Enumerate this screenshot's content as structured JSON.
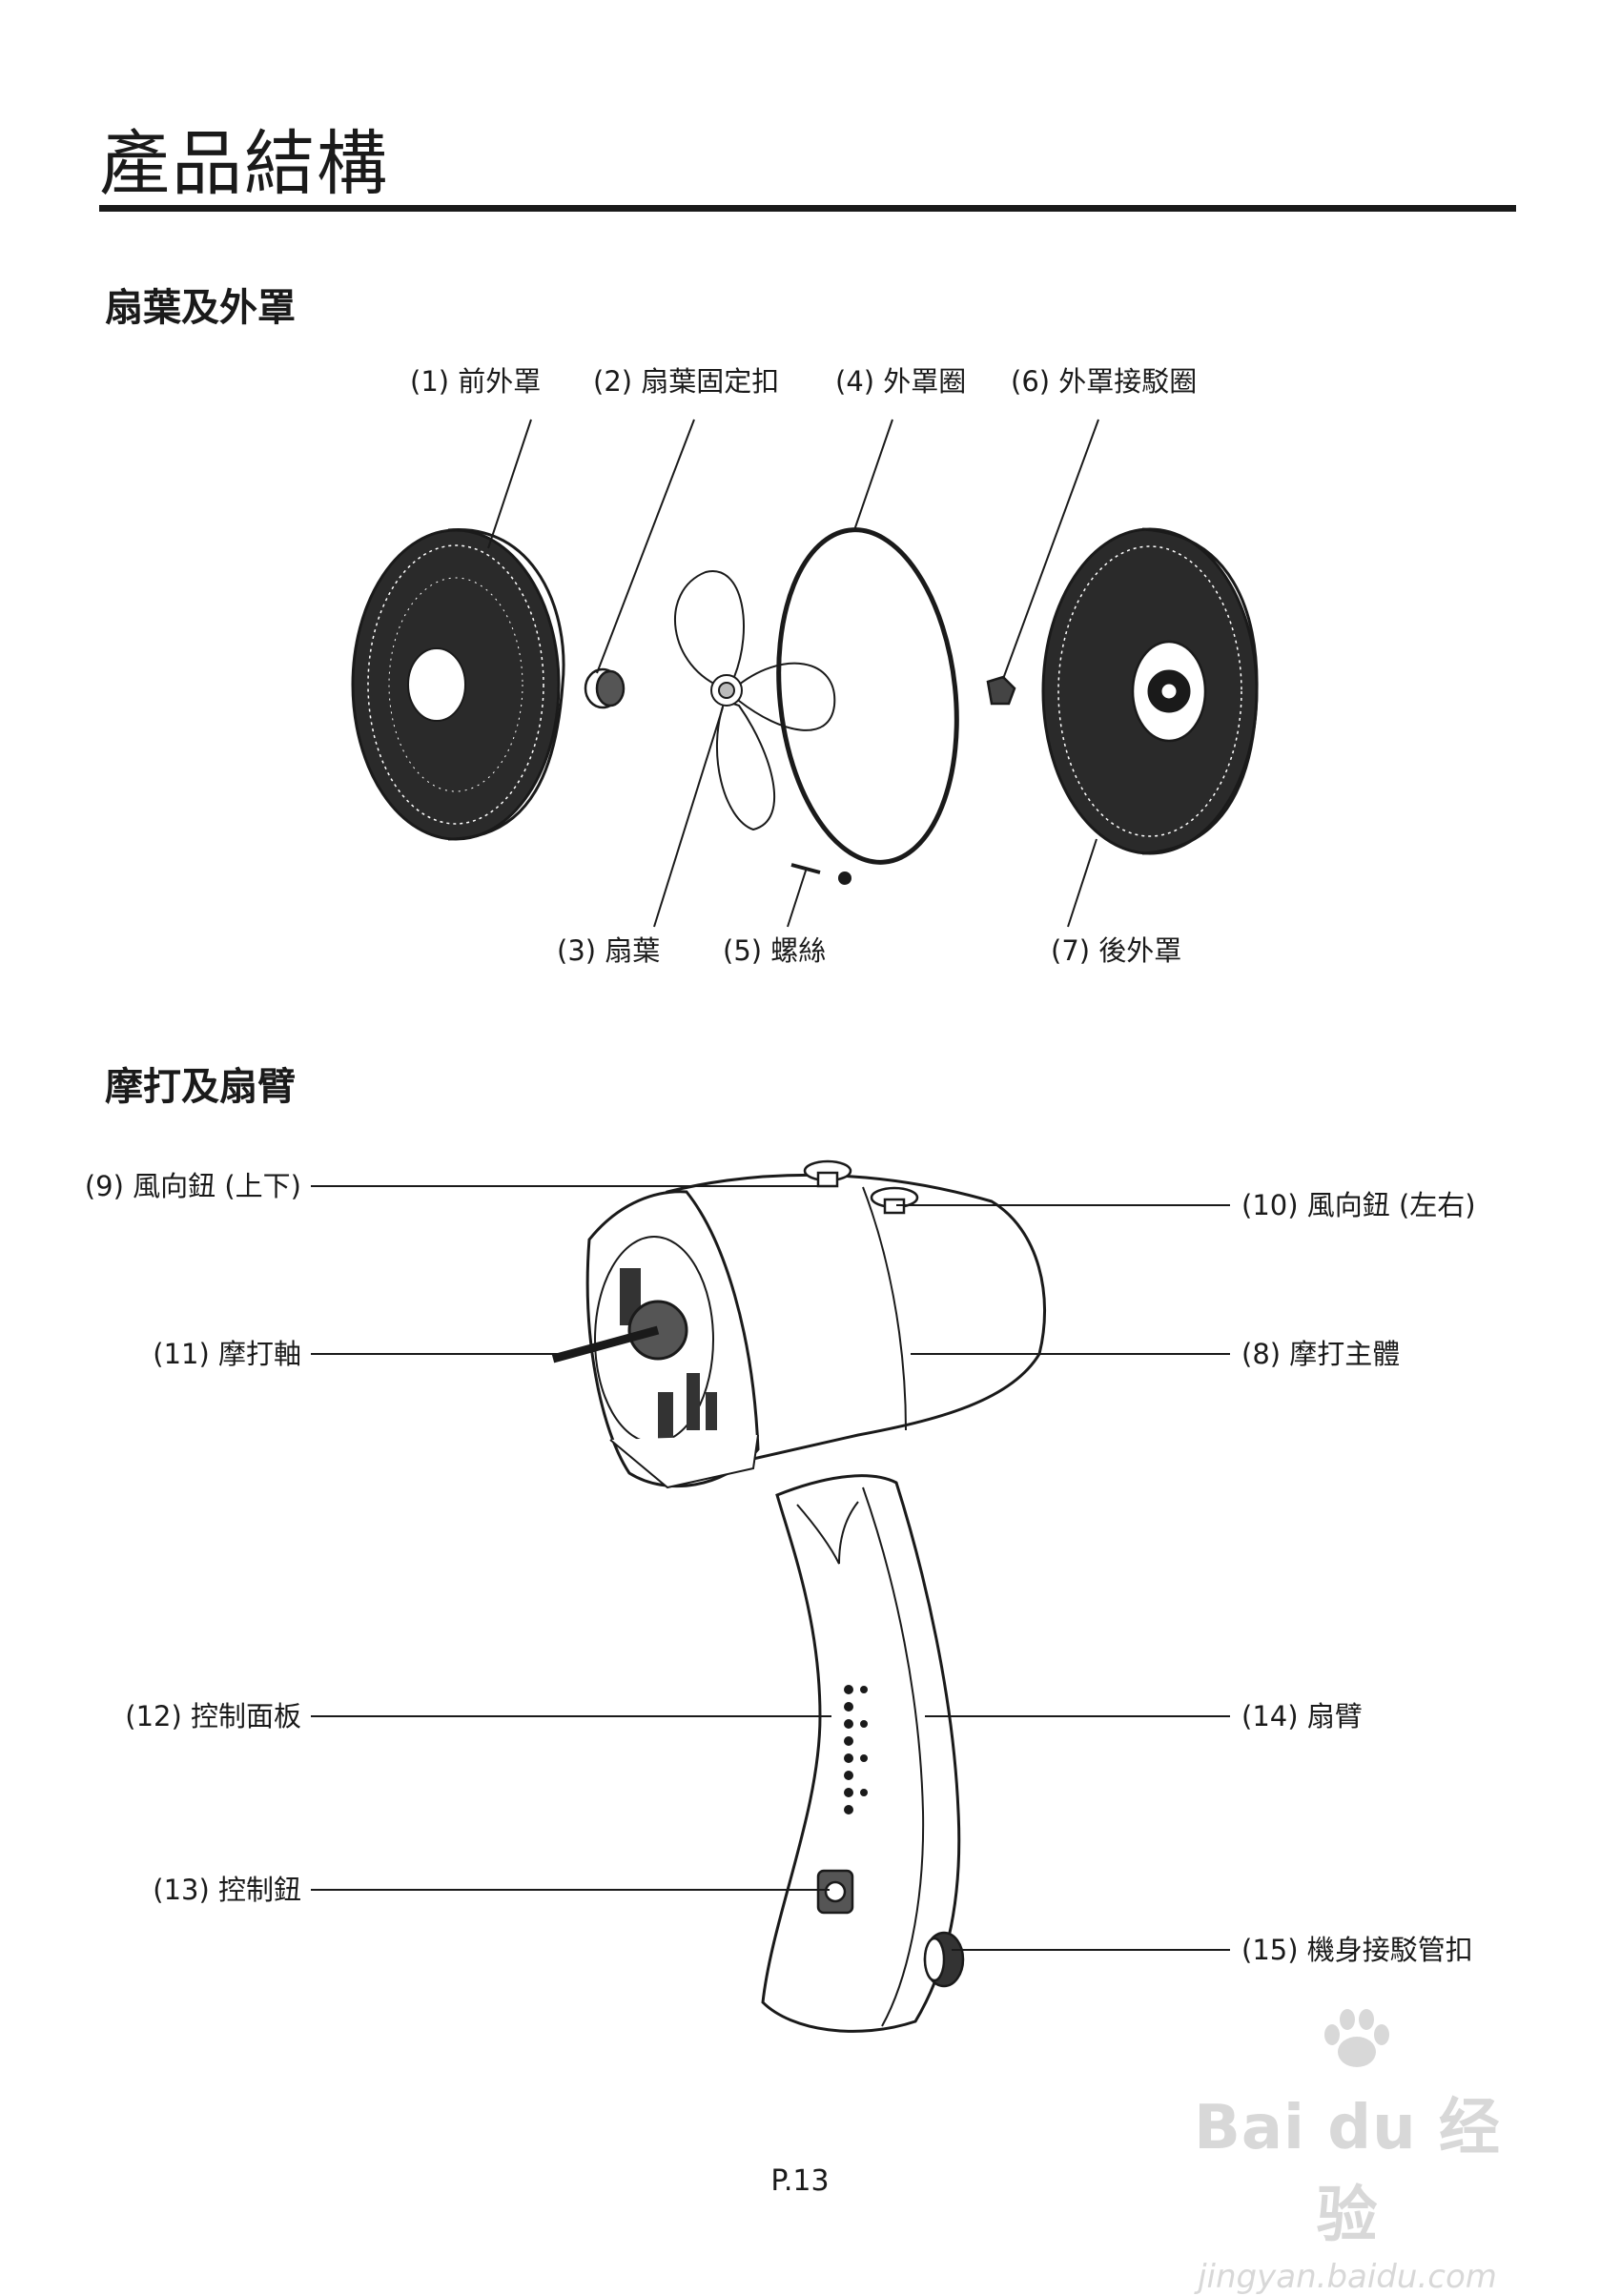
{
  "page": {
    "title": "產品結構",
    "page_number": "P.13"
  },
  "sections": [
    {
      "title": "扇葉及外罩"
    },
    {
      "title": "摩打及扇臂"
    }
  ],
  "fan_parts": {
    "front_guard": "(1) 前外罩",
    "blade_cap": "(2) 扇葉固定扣",
    "blade": "(3) 扇葉",
    "guard_ring": "(4) 外罩圈",
    "screw": "(5) 螺絲",
    "guard_connector": "(6) 外罩接駁圈",
    "rear_guard": "(7) 後外罩"
  },
  "motor_parts": {
    "motor_body": "(8) 摩打主體",
    "tilt_knob": "(9) 風向鈕 (上下)",
    "swing_knob": "(10) 風向鈕 (左右)",
    "motor_shaft": "(11) 摩打軸",
    "control_panel": "(12) 控制面板",
    "control_knob": "(13) 控制鈕",
    "fan_arm": "(14) 扇臂",
    "body_pipe_clip": "(15) 機身接駁管扣"
  },
  "watermark": {
    "logo": "Bai du 经验",
    "url": "jingyan.baidu.com",
    "icon": "paw-icon"
  }
}
